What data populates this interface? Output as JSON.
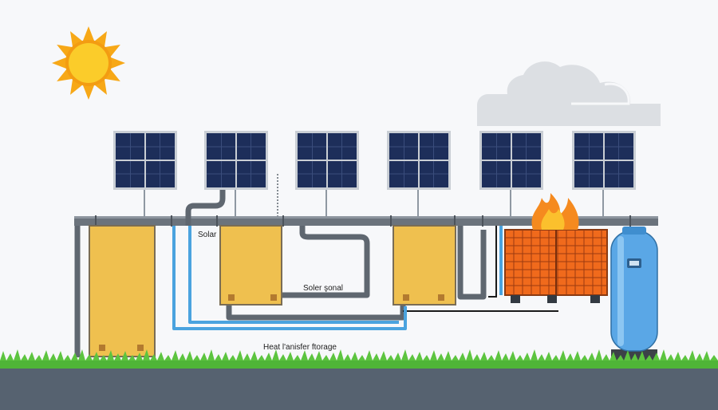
{
  "labels": {
    "solar": "Solar",
    "soler_sonal": "Soler şonal",
    "heat_transfer_storage": "Heat l'anisfer ftorage"
  },
  "colors": {
    "sky": "#f7f8fa",
    "sun": "#f7b819",
    "panel": "#1d2e5a",
    "panel_frame": "#9aa3ad",
    "pipe_gray": "#5f6770",
    "pipe_blue": "#4aa3df",
    "tank_yellow": "#efc04f",
    "heater_orange": "#f06a1c",
    "flame": "#f58a1f",
    "cylinder_blue": "#5aa7e6",
    "grass": "#4fb537",
    "ground": "#566270"
  },
  "icons": [
    "sun-icon",
    "cloud-icon",
    "flame-icon",
    "arrow-up-icon",
    "gauge-icon"
  ]
}
